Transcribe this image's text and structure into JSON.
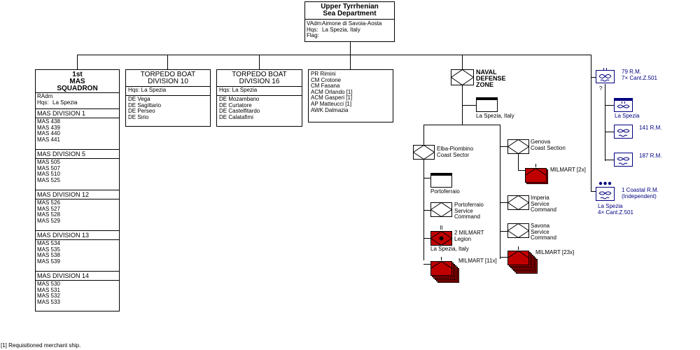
{
  "root": {
    "title_lines": [
      "Upper Tyrrhenian",
      "Sea Department"
    ],
    "rows": [
      {
        "k": "VAdm",
        "v": "Aimone di Savoia-Aosta"
      },
      {
        "k": "Hqs:",
        "v": "La Spezia, Italy"
      },
      {
        "k": "Flag:",
        "v": ""
      }
    ]
  },
  "mas": {
    "title_lines": [
      "1st",
      "MAS",
      "SQUADRON"
    ],
    "rows": [
      {
        "k": "RAdm",
        "v": ""
      },
      {
        "k": "Hqs:",
        "v": "La Spezia"
      }
    ],
    "divisions": [
      {
        "name": "MAS DIVISION 1",
        "boats": [
          "MAS  438",
          "MAS  439",
          "MAS  440",
          "MAS  441"
        ]
      },
      {
        "name": "MAS DIVISION 5",
        "boats": [
          "MAS  505",
          "MAS  507",
          "MAS  510",
          "MAS  525"
        ]
      },
      {
        "name": "MAS DIVISION 12",
        "boats": [
          "MAS  526",
          "MAS  527",
          "MAS  528",
          "MAS  529"
        ]
      },
      {
        "name": "MAS DIVISION 13",
        "boats": [
          "MAS  534",
          "MAS  535",
          "MAS  538",
          "MAS  539"
        ]
      },
      {
        "name": "MAS DIVISION 14",
        "boats": [
          "MAS 530",
          "MAS 531",
          "MAS 532",
          "MAS 533"
        ]
      }
    ]
  },
  "tb10": {
    "title_lines": [
      "TORPEDO BOAT",
      "DIVISION 10"
    ],
    "hq": "Hqs:  La Spezia",
    "ships": [
      "DE  Vega",
      "DE  Sagittario",
      "DE  Perseo",
      "DE  Sirio"
    ]
  },
  "tb16": {
    "title_lines": [
      "TORPEDO BOAT",
      "DIVISION 16"
    ],
    "hq": "Hqs:  La Spezia",
    "ships": [
      "DE  Mozambano",
      "DE  Curtatore",
      "DE  Castelfitardo",
      "DE  Calatafimi"
    ]
  },
  "misc": {
    "ships": [
      "PR  Rimini",
      "CM  Crotone",
      "CM  Fasana",
      "ACM  Orlando [1]",
      "ACM  Gasperi [1]",
      "AP  Matteucci [1]",
      "AWK  Dalmazia"
    ]
  },
  "ndz": {
    "title_lines": [
      "NAVAL",
      "DEFENSE",
      "ZONE"
    ],
    "hq_label": "La Spezia, Italy",
    "elba": [
      "Elba-Piombino",
      "Coast Sector"
    ],
    "portoferraio": "Portoferraio",
    "pf_service": [
      "Portoferraio",
      "Service",
      "Command"
    ],
    "legion_mark": "II",
    "legion": [
      "2 MILMART",
      "Legion"
    ],
    "legion_loc": "La Spezia, Italy",
    "milmart_11": "MILMART [11x]",
    "genova": [
      "Genova",
      "Coast Section"
    ],
    "milmart_2": "MILMART [2x]",
    "imperia": [
      "Imperia",
      "Service",
      "Command"
    ],
    "savona": [
      "Savona",
      "Service",
      "Command"
    ],
    "milmart_23": "MILMART [23x]"
  },
  "air": {
    "r79": [
      "79 R.M.",
      "7× Cant.Z.501"
    ],
    "question": "?",
    "la_spezia": "La Spezia",
    "r141": "141 R.M.",
    "r187": "187 R.M.",
    "coastal": [
      "1 Coastal R.M.",
      "(Independent)"
    ],
    "coastal_loc": [
      "La Spezia",
      "4× Cant.Z.501"
    ]
  },
  "footnote": "[1] Requisitioned merchant ship.",
  "colors": {
    "milmart_red": "#c00000",
    "air_blue": "#000080",
    "line": "#000000"
  }
}
